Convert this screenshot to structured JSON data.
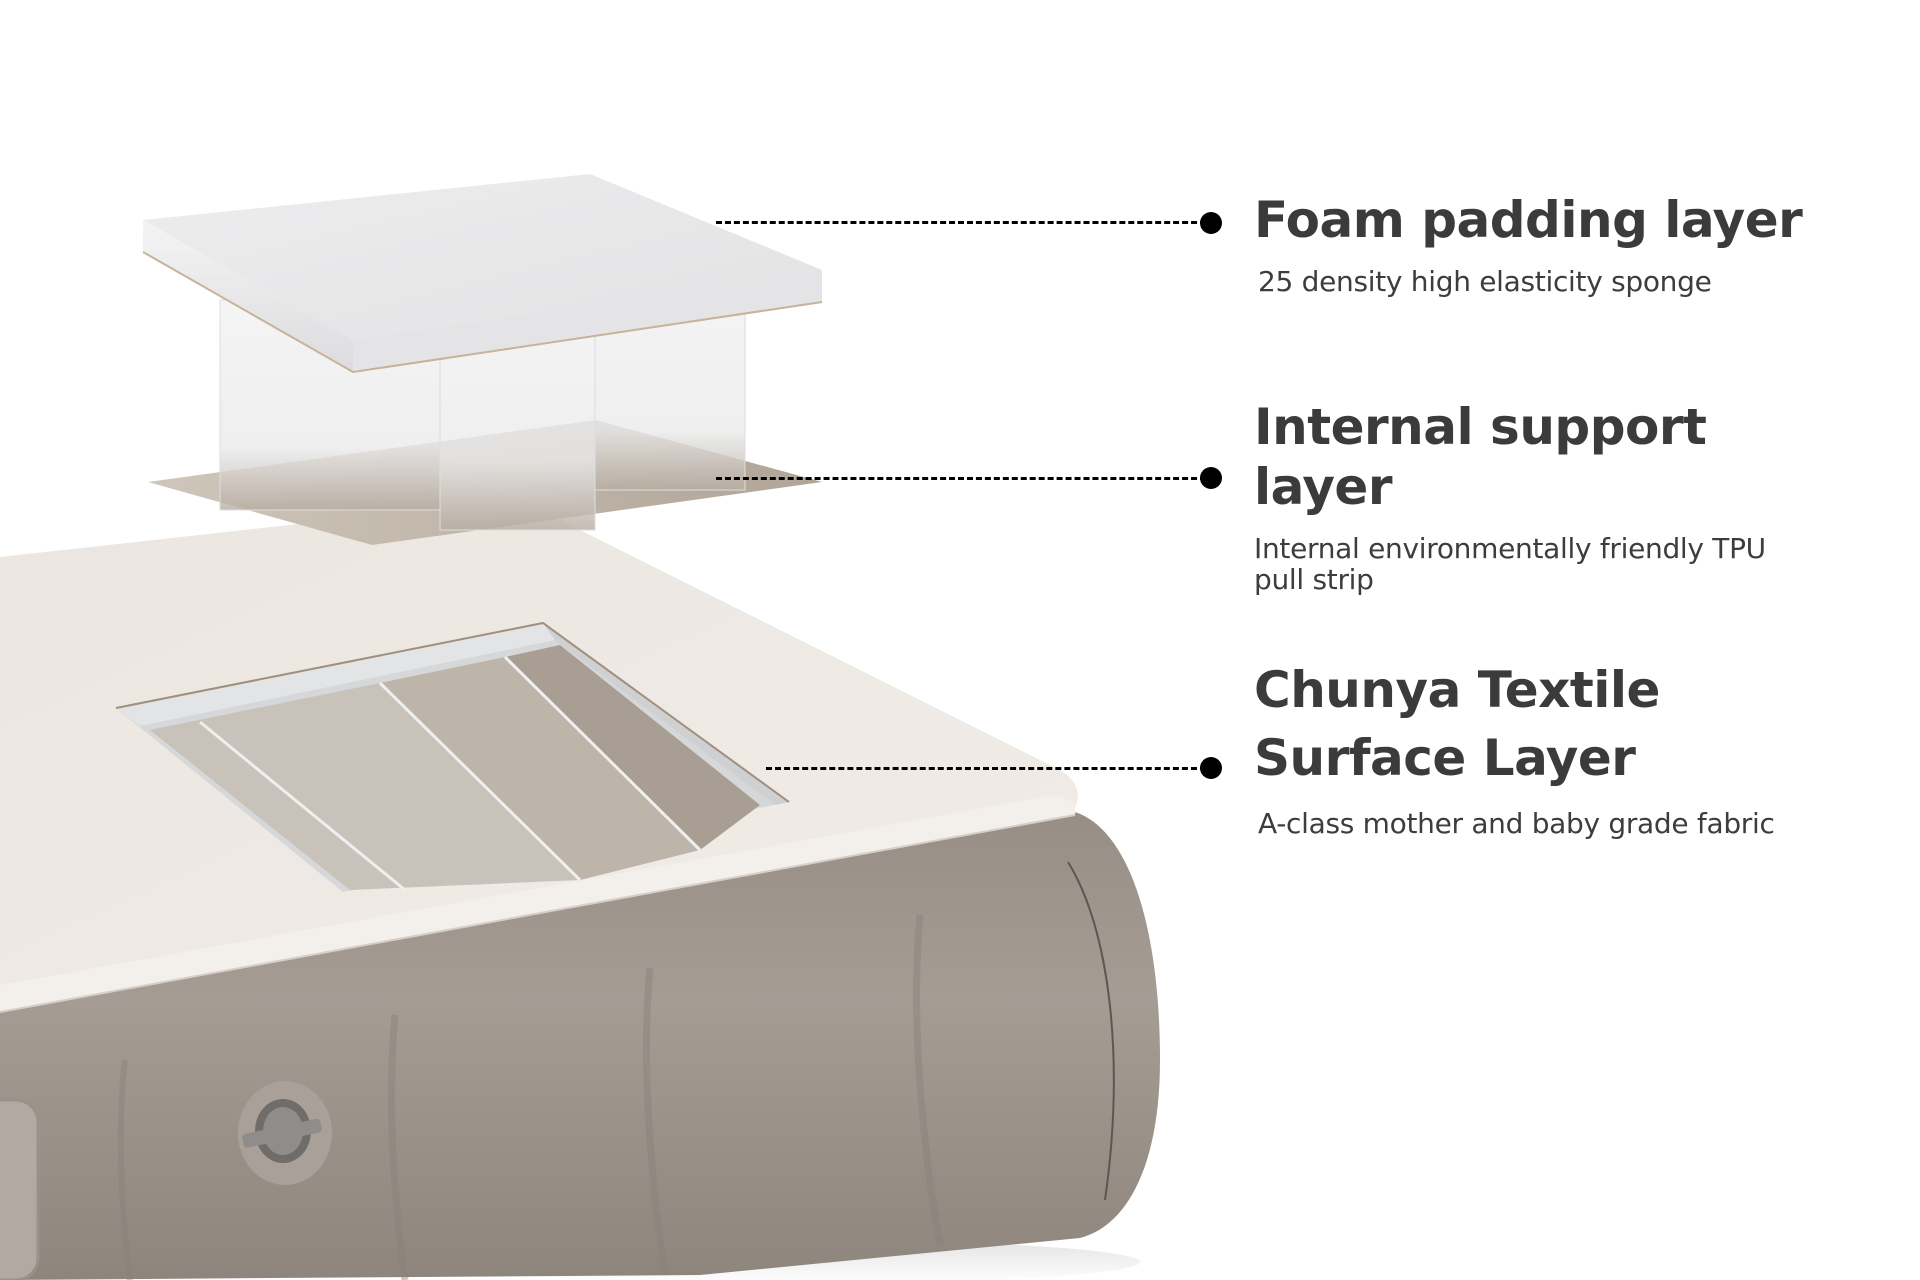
{
  "callouts": [
    {
      "title": "Foam padding layer",
      "description": "25 density high elasticity sponge"
    },
    {
      "title": "Internal support layer",
      "description": "Internal environmentally friendly TPU pull strip"
    },
    {
      "title": "Chunya Textile Surface Layer",
      "description": "A-class mother and baby grade fabric"
    }
  ],
  "illustration": {
    "subject": "inflatable-mattress-layer-cutaway",
    "colors": {
      "background": "#ffffff",
      "foam": "#e9e9ea",
      "support_plate": "#b4aa9d",
      "fabric_surface": "#ece7e2",
      "air_chamber": "#a29990",
      "leader": "#000000",
      "text": "#3b3b3b"
    }
  }
}
